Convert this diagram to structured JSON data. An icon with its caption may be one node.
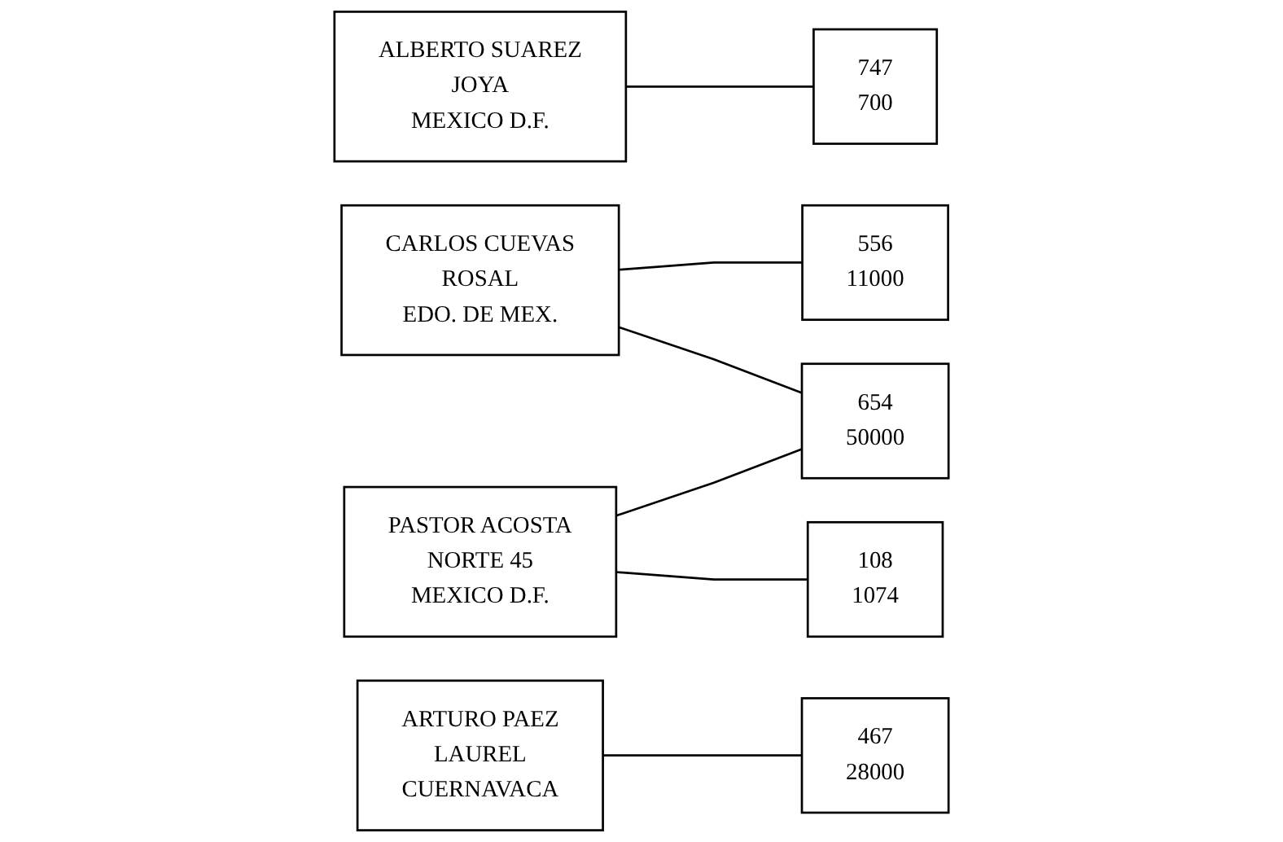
{
  "diagram": {
    "nodes": [
      {
        "text": [
          "ALBERTO SUAREZ",
          "JOYA",
          "MEXICO D.F."
        ]
      },
      {
        "text": [
          "747",
          "700"
        ]
      },
      {
        "text": [
          "CARLOS CUEVAS",
          "ROSAL",
          "EDO. DE MEX."
        ]
      },
      {
        "text": [
          "556",
          "11000"
        ]
      },
      {
        "text": [
          "654",
          "50000"
        ]
      },
      {
        "text": [
          "PASTOR ACOSTA",
          "NORTE 45",
          "MEXICO D.F."
        ]
      },
      {
        "text": [
          "108",
          "1074"
        ]
      },
      {
        "text": [
          "ARTURO PAEZ",
          "LAUREL",
          "CUERNAVACA"
        ]
      },
      {
        "text": [
          "467",
          "28000"
        ]
      }
    ],
    "edges": [
      {
        "from": 0,
        "to": 1,
        "arrow": "none"
      },
      {
        "from": 2,
        "to": 3,
        "arrow": "none"
      },
      {
        "from": 2,
        "to": 4,
        "arrow": "none"
      },
      {
        "from": 5,
        "to": 4,
        "arrow": "none"
      },
      {
        "from": 5,
        "to": 6,
        "arrow": "none"
      },
      {
        "from": 7,
        "to": 8,
        "arrow": "none"
      }
    ]
  }
}
